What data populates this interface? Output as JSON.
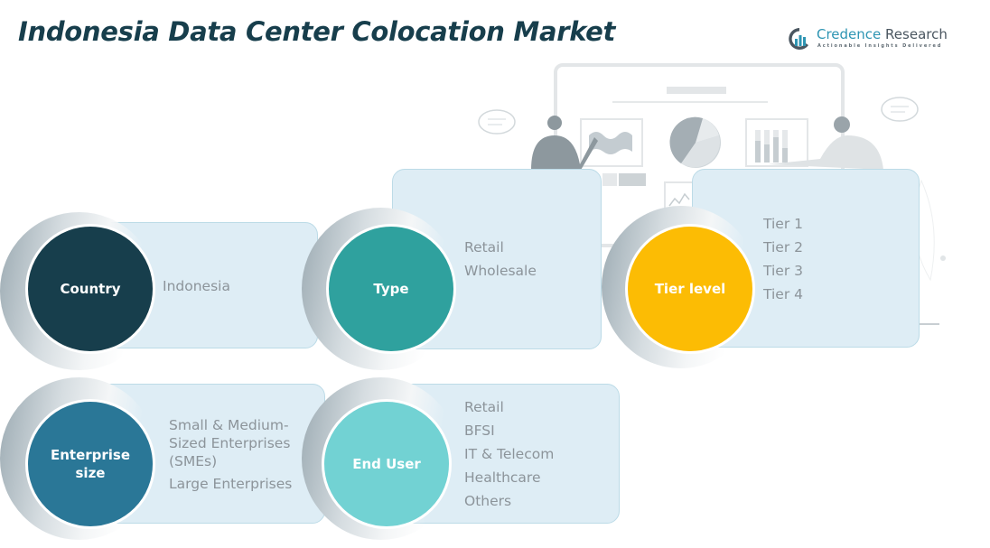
{
  "title": "Indonesia Data Center Colocation Market",
  "logo": {
    "name_part1": "Credence",
    "name_part2": " Research",
    "tagline": "Actionable Insights Delivered",
    "icon": "bar-chart-circle-icon"
  },
  "colors": {
    "country": "#173e4c",
    "type": "#2fa19e",
    "tier_level": "#fcbc04",
    "enterprise_size": "#2a7797",
    "end_user": "#72d2d3",
    "card_fill": "#deedf5",
    "title": "#173e4c"
  },
  "segments": {
    "country": {
      "label": "Country",
      "items": [
        "Indonesia"
      ]
    },
    "type": {
      "label": "Type",
      "items": [
        "Retail",
        "Wholesale"
      ]
    },
    "tier_level": {
      "label": "Tier level",
      "items": [
        "Tier 1",
        "Tier 2",
        "Tier 3",
        "Tier 4"
      ]
    },
    "enterprise_size": {
      "label_line1": "Enterprise",
      "label_line2": "size",
      "items": [
        "Small & Medium-",
        "Sized Enterprises",
        "(SMEs)",
        "Large Enterprises"
      ]
    },
    "end_user": {
      "label": "End User",
      "items": [
        "Retail",
        "BFSI",
        "IT & Telecom",
        "Healthcare",
        "Others"
      ]
    }
  }
}
